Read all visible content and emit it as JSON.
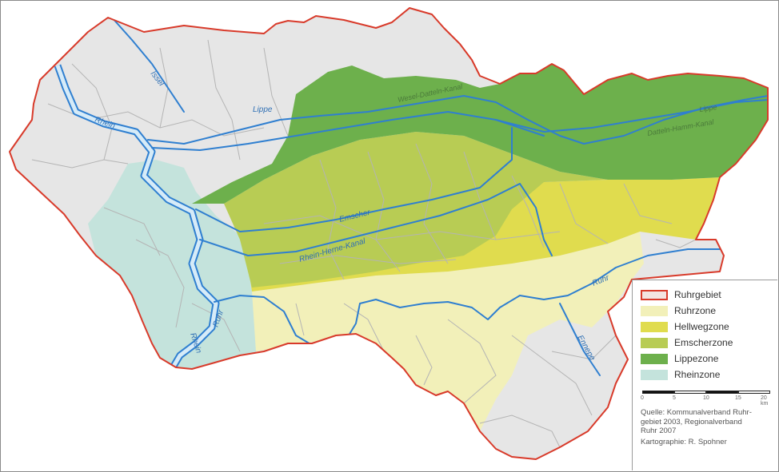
{
  "legend": {
    "items": [
      {
        "label": "Ruhrgebiet",
        "fill": "#f3e4e1",
        "stroke": "#d83a2a"
      },
      {
        "label": "Ruhrzone",
        "fill": "#f2f0b9",
        "stroke": "#f2f0b9"
      },
      {
        "label": "Hellwegzone",
        "fill": "#e0dc4e",
        "stroke": "#e0dc4e"
      },
      {
        "label": "Emscherzone",
        "fill": "#b8cc54",
        "stroke": "#b8cc54"
      },
      {
        "label": "Lippezone",
        "fill": "#6db04c",
        "stroke": "#6db04c"
      },
      {
        "label": "Rheinzone",
        "fill": "#c4e3dc",
        "stroke": "#c4e3dc"
      }
    ],
    "scale_ticks": [
      "0",
      "5",
      "10",
      "15",
      "20 km"
    ],
    "source_lines": [
      "Quelle: Kommunalverband Ruhr-",
      "gebiet 2003, Regionalverband",
      "Ruhr 2007"
    ],
    "credit": "Kartographie: R. Spohner"
  },
  "rivers": {
    "rhein_north": "Rhein",
    "issel": "Issel",
    "lippe": "Lippe",
    "wesel_datteln": "Wesel-Datteln-Kanal",
    "emscher": "Emscher",
    "rhein_herne": "Rhein-Herne-Kanal",
    "ruhr_east": "Ruhr",
    "ruhr_west": "Ruhr",
    "rhein_south": "Rhein",
    "ennepe": "Ennepe",
    "datteln_hamm": "Datteln-Hamm-Kanal",
    "lippe_east": "Lippe"
  },
  "colors": {
    "region_fill": "#e6e6e6",
    "border": "#d83a2a",
    "river": "#2f7fd0",
    "rhein_fill": "#d6ebf8",
    "municipal_lines": "#b4b4b4"
  }
}
